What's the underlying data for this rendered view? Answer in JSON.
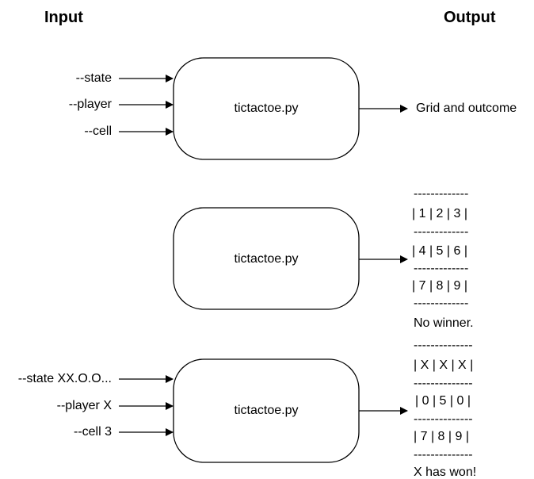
{
  "headers": {
    "input": "Input",
    "output": "Output"
  },
  "diagram1": {
    "inputs": [
      "--state",
      "--player",
      "--cell"
    ],
    "script": "tictactoe.py",
    "output": "Grid and outcome"
  },
  "diagram2": {
    "script": "tictactoe.py",
    "output_lines": [
      "-------------",
      "| 1 | 2 | 3 |",
      "-------------",
      "| 4 | 5 | 6 |",
      "-------------",
      "| 7 | 8 | 9 |",
      "-------------",
      "No winner."
    ]
  },
  "diagram3": {
    "inputs": [
      "--state XX.O.O...",
      "--player X",
      "--cell 3"
    ],
    "script": "tictactoe.py",
    "output_lines": [
      "--------------",
      "| X | X | X |",
      "--------------",
      "| 0 | 5 | 0 |",
      "--------------",
      "| 7 | 8 | 9 |",
      "--------------",
      "X has won!"
    ]
  }
}
